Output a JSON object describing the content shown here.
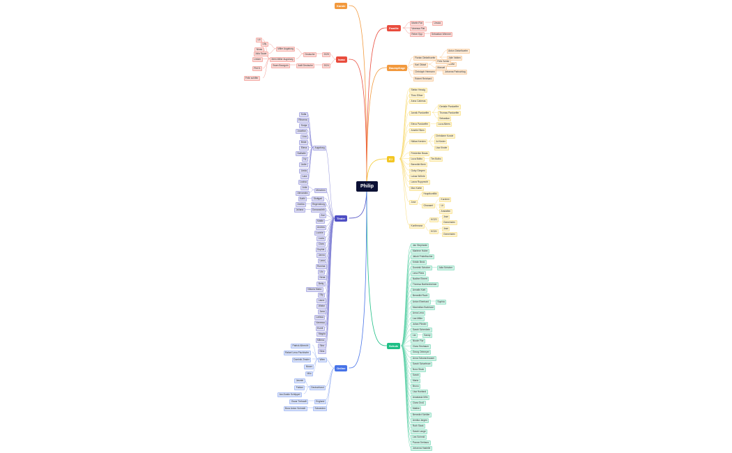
{
  "root": "Philip",
  "branches": [
    {
      "name": "Karate",
      "color": "#f2993d",
      "side": "left",
      "children": []
    },
    {
      "name": "Familie",
      "color": "#e94c3d",
      "side": "right",
      "children": [
        {
          "name": "Martin Flat",
          "children": [
            {
              "name": "Ursula"
            }
          ]
        },
        {
          "name": "Vanessa Flat",
          "children": []
        },
        {
          "name": "Reber Epp",
          "children": [
            {
              "name": "Sebastian Wimmer"
            }
          ]
        }
      ]
    },
    {
      "name": "Isaac",
      "color": "#e94c3d",
      "side": "left",
      "children": [
        {
          "name": "2025",
          "children": [
            {
              "name": "Deutsche",
              "children": [
                {
                  "name": "Miller Augsburg",
                  "children": [
                    {
                      "name": "Lilly"
                    },
                    {
                      "name": "Julia Sauer"
                    }
                  ]
                },
                {
                  "name": "Mehl-Miller Augsburg",
                  "children": [
                    {
                      "name": "Lili"
                    },
                    {
                      "name": "Nines"
                    },
                    {
                      "name": "Lintzer"
                    },
                    {
                      "name": "Phil D."
                    },
                    {
                      "name": "Felix schiffer"
                    }
                  ]
                }
              ]
            }
          ]
        },
        {
          "name": "2024",
          "children": [
            {
              "name": "Judit Deutsche",
              "children": [
                {
                  "name": "Swen Bourgoin"
                }
              ]
            }
          ]
        }
      ]
    },
    {
      "name": "BaumpKage",
      "color": "#f2993d",
      "side": "right",
      "children": [
        {
          "name": "Florian Diekelhoefer",
          "children": [
            {
              "name": "Anton Diekelhoefer"
            },
            {
              "name": "Julie Vahlen"
            },
            {
              "name": "Moritz"
            }
          ]
        },
        {
          "name": "Karl Oldsel",
          "children": [
            {
              "name": "Felix Schier"
            },
            {
              "name": "Manuel"
            }
          ]
        },
        {
          "name": "Christoph Hermann",
          "children": [
            {
              "name": "Johanna Parkschlag"
            }
          ]
        },
        {
          "name": "Robert Reinhard",
          "children": []
        }
      ]
    },
    {
      "name": "EJ",
      "color": "#f3c623",
      "side": "right",
      "children": [
        {
          "name": "Stefan Hessig"
        },
        {
          "name": "Theo Elfner"
        },
        {
          "name": "Anna Cabreas"
        },
        {
          "name": "Jannik Pardoeffer",
          "children": [
            {
              "name": "Gertalie Pardoeffer"
            },
            {
              "name": "Thomas Pardoeffer"
            },
            {
              "name": "Sebastian"
            }
          ]
        },
        {
          "name": "Elena Pardoeffer",
          "children": [
            {
              "name": "Luca Albers"
            }
          ]
        },
        {
          "name": "Amelie Elken"
        },
        {
          "name": "Niklas Kersten",
          "children": [
            {
              "name": "Christiane Kunde"
            },
            {
              "name": "Jo Kinder"
            },
            {
              "name": "Lisa Kinder"
            }
          ]
        },
        {
          "name": "Friederike Braas"
        },
        {
          "name": "Luca Bolbo",
          "children": [
            {
              "name": "Tim Bolbo"
            }
          ]
        },
        {
          "name": "Benedikt Brink"
        },
        {
          "name": "Guby Gimpen"
        },
        {
          "name": "Lukas Wöhrle"
        },
        {
          "name": "Laura Rupprecht"
        },
        {
          "name": "Max Kahle"
        },
        {
          "name": "Jose",
          "children": [
            {
              "name": "Hauptkonflikt"
            },
            {
              "name": "Ghanaert",
              "children": [
                {
                  "name": "Kurztext"
                },
                {
                  "name": "Lit"
                },
                {
                  "name": "Anstalten"
                }
              ]
            }
          ]
        },
        {
          "name": "Konfirmanz",
          "children": [
            {
              "name": "KG23",
              "children": [
                {
                  "name": "Jose"
                },
                {
                  "name": "Gemeinden"
                }
              ]
            },
            {
              "name": "KG24",
              "children": [
                {
                  "name": "Jose"
                },
                {
                  "name": "Gemeinden"
                }
              ]
            }
          ]
        }
      ]
    },
    {
      "name": "Tinder",
      "color": "#4e4ec4",
      "side": "left",
      "children": [
        {
          "name": "Augsburg",
          "children": [
            {
              "name": "Sofia"
            },
            {
              "name": "Rihanna"
            },
            {
              "name": "Sonja"
            },
            {
              "name": "Josefine"
            },
            {
              "name": "Lina"
            },
            {
              "name": "Bride"
            },
            {
              "name": "Elena"
            },
            {
              "name": "Nathalie"
            },
            {
              "name": "Ivy"
            },
            {
              "name": "Jodie"
            },
            {
              "name": "Linda"
            },
            {
              "name": "Lara"
            },
            {
              "name": "Louisa"
            }
          ]
        },
        {
          "name": "München",
          "children": [
            {
              "name": "Julia"
            },
            {
              "name": "Alexandra"
            }
          ]
        },
        {
          "name": "Stuttgart",
          "children": [
            {
              "name": "Kathi"
            }
          ]
        },
        {
          "name": "Regensburg",
          "children": [
            {
              "name": "Annika"
            }
          ]
        },
        {
          "name": "Donauwörth",
          "children": [
            {
              "name": "Juliana"
            }
          ]
        },
        {
          "name": "Zoe"
        },
        {
          "name": "Mattie"
        },
        {
          "name": "Andrea"
        },
        {
          "name": "Luzinie"
        },
        {
          "name": "Lucia"
        },
        {
          "name": "Clara"
        },
        {
          "name": "Sophia"
        },
        {
          "name": "Janna"
        },
        {
          "name": "Lana"
        },
        {
          "name": "Romina"
        },
        {
          "name": "Lilo"
        },
        {
          "name": "Nena"
        },
        {
          "name": "Betty"
        },
        {
          "name": "Viktoria Maria"
        },
        {
          "name": "Elly"
        },
        {
          "name": "Laura"
        },
        {
          "name": "Wiebe"
        },
        {
          "name": "Jana"
        },
        {
          "name": "Larissa"
        },
        {
          "name": "Vanessa"
        },
        {
          "name": "Erzeli"
        },
        {
          "name": "Magda"
        },
        {
          "name": "Milena"
        },
        {
          "name": "Sina"
        },
        {
          "name": "Nina"
        }
      ]
    },
    {
      "name": "Schule",
      "color": "#1fbf86",
      "side": "right",
      "children": [
        {
          "name": "Jan Stephanie"
        },
        {
          "name": "Marlene Huber"
        },
        {
          "name": "Jakob Fristelhocher"
        },
        {
          "name": "Kristin Beck"
        },
        {
          "name": "Dominik Schober",
          "children": [
            {
              "name": "Julia Schober"
            }
          ]
        },
        {
          "name": "Lena Plietz"
        },
        {
          "name": "Nadine Ebnert"
        },
        {
          "name": "Theresa Barthenheimer"
        },
        {
          "name": "Annalis Kahl"
        },
        {
          "name": "Benedikt Rauh"
        },
        {
          "name": "Anton Eberhard",
          "children": [
            {
              "name": "Sophia"
            }
          ]
        },
        {
          "name": "Maximilian Burkhard"
        },
        {
          "name": "Anna Lena"
        },
        {
          "name": "Lea Miller"
        },
        {
          "name": "Julian Plieder"
        },
        {
          "name": "Sarah Schenkein"
        },
        {
          "name": "Lia",
          "children": [
            {
              "name": "Sandy"
            }
          ]
        },
        {
          "name": "Nicole Flor"
        },
        {
          "name": "Clara Strohauer"
        },
        {
          "name": "Georg Ortmeyer"
        },
        {
          "name": "Anna Schwarzhauser"
        },
        {
          "name": "Sarah Scharfeuer"
        },
        {
          "name": "Nora Stuck"
        },
        {
          "name": "Sarah"
        },
        {
          "name": "Maria"
        },
        {
          "name": "Bruno"
        },
        {
          "name": "Lisa Hueland"
        },
        {
          "name": "Anastasia Mihr"
        },
        {
          "name": "Clara Groß"
        },
        {
          "name": "Mathie"
        },
        {
          "name": "Benedict Schiller"
        },
        {
          "name": "Annika Jargen"
        },
        {
          "name": "Ruth Stark"
        },
        {
          "name": "Sarah Lange"
        },
        {
          "name": "Lea Schmid"
        },
        {
          "name": "Pauna Gerhaus"
        },
        {
          "name": "Johanna Hastelle"
        }
      ]
    },
    {
      "name": "Online",
      "color": "#4773e8",
      "side": "left",
      "children": [
        {
          "name": "Wien",
          "children": [
            {
              "name": "Patrick Albrecht"
            },
            {
              "name": "Rafael Lena Fischhofer"
            },
            {
              "name": "Dominik Zinsler"
            },
            {
              "name": "Moser"
            },
            {
              "name": "Milo"
            }
          ]
        },
        {
          "name": "Deutschland",
          "children": [
            {
              "name": "Jasmin"
            },
            {
              "name": "Fabian"
            },
            {
              "name": "Jan-Dustin Schlippel"
            }
          ]
        },
        {
          "name": "England",
          "children": [
            {
              "name": "Oscar Trehaaft"
            }
          ]
        },
        {
          "name": "Schweden",
          "children": [
            {
              "name": "Bora Anton Schmidt"
            }
          ]
        }
      ]
    }
  ],
  "colors": {
    "root_bg": "#0b1034",
    "karate": "#f2993d",
    "familie": "#e94c3d",
    "isaac": "#e94c3d",
    "baumpkage": "#f2993d",
    "ej": "#f3c623",
    "tinder": "#4e4ec4",
    "schule": "#1fbf86",
    "online": "#4773e8"
  }
}
